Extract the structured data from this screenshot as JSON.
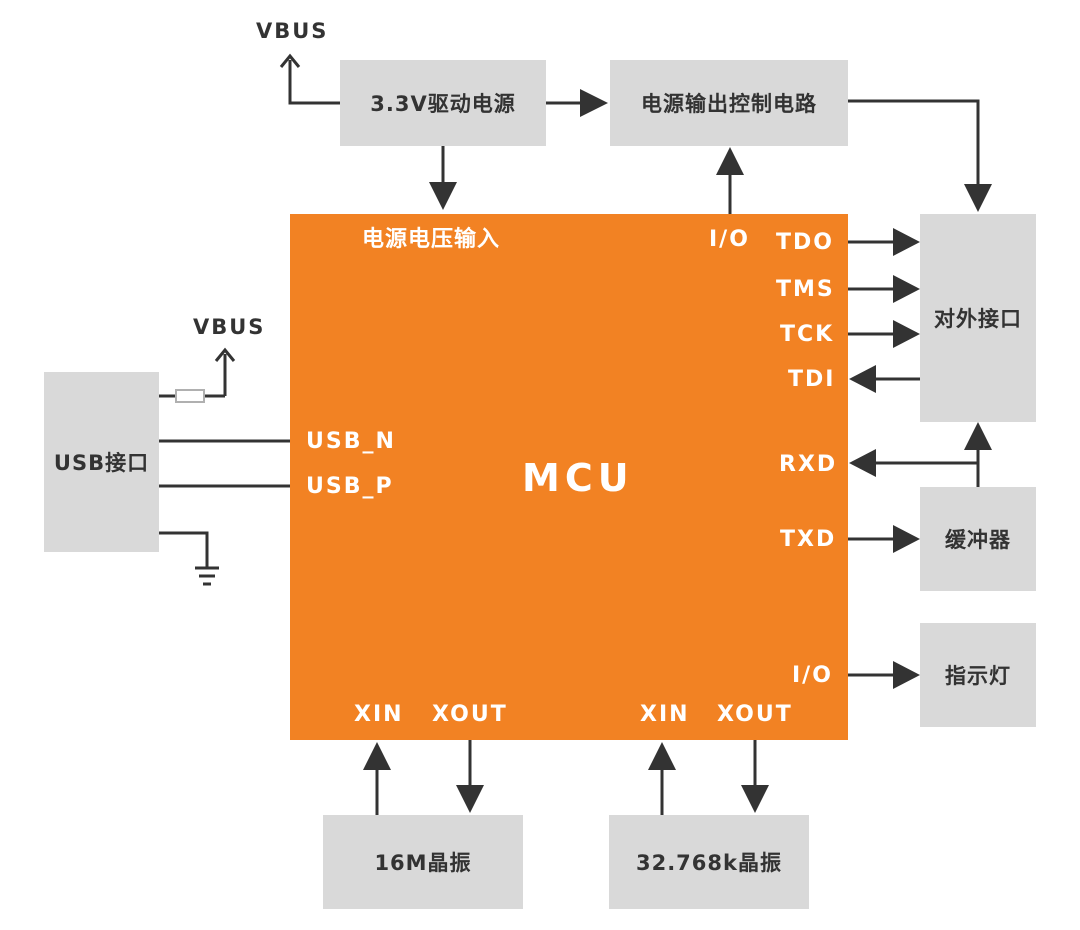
{
  "colors": {
    "mcu": "#f28223",
    "block": "#d9d9d9",
    "line": "#333333",
    "pin_text": "#ffffff"
  },
  "blocks": {
    "power_33v": "3.3V驱动电源",
    "power_output_ctrl": "电源输出控制电路",
    "external_interface": "对外接口",
    "usb_interface": "USB接口",
    "buffer": "缓冲器",
    "indicator": "指示灯",
    "crystal_16m": "16M晶振",
    "crystal_32k": "32.768k晶振"
  },
  "mcu": {
    "title": "MCU",
    "power_input": "电源电压输入",
    "io_top": "I/O",
    "tdo": "TDO",
    "tms": "TMS",
    "tck": "TCK",
    "tdi": "TDI",
    "rxd": "RXD",
    "txd": "TXD",
    "io_right": "I/O",
    "usb_n": "USB_N",
    "usb_p": "USB_P",
    "xin_1": "XIN",
    "xout_1": "XOUT",
    "xin_2": "XIN",
    "xout_2": "XOUT"
  },
  "labels": {
    "vbus_top": "VBUS",
    "vbus_usb": "VBUS"
  }
}
